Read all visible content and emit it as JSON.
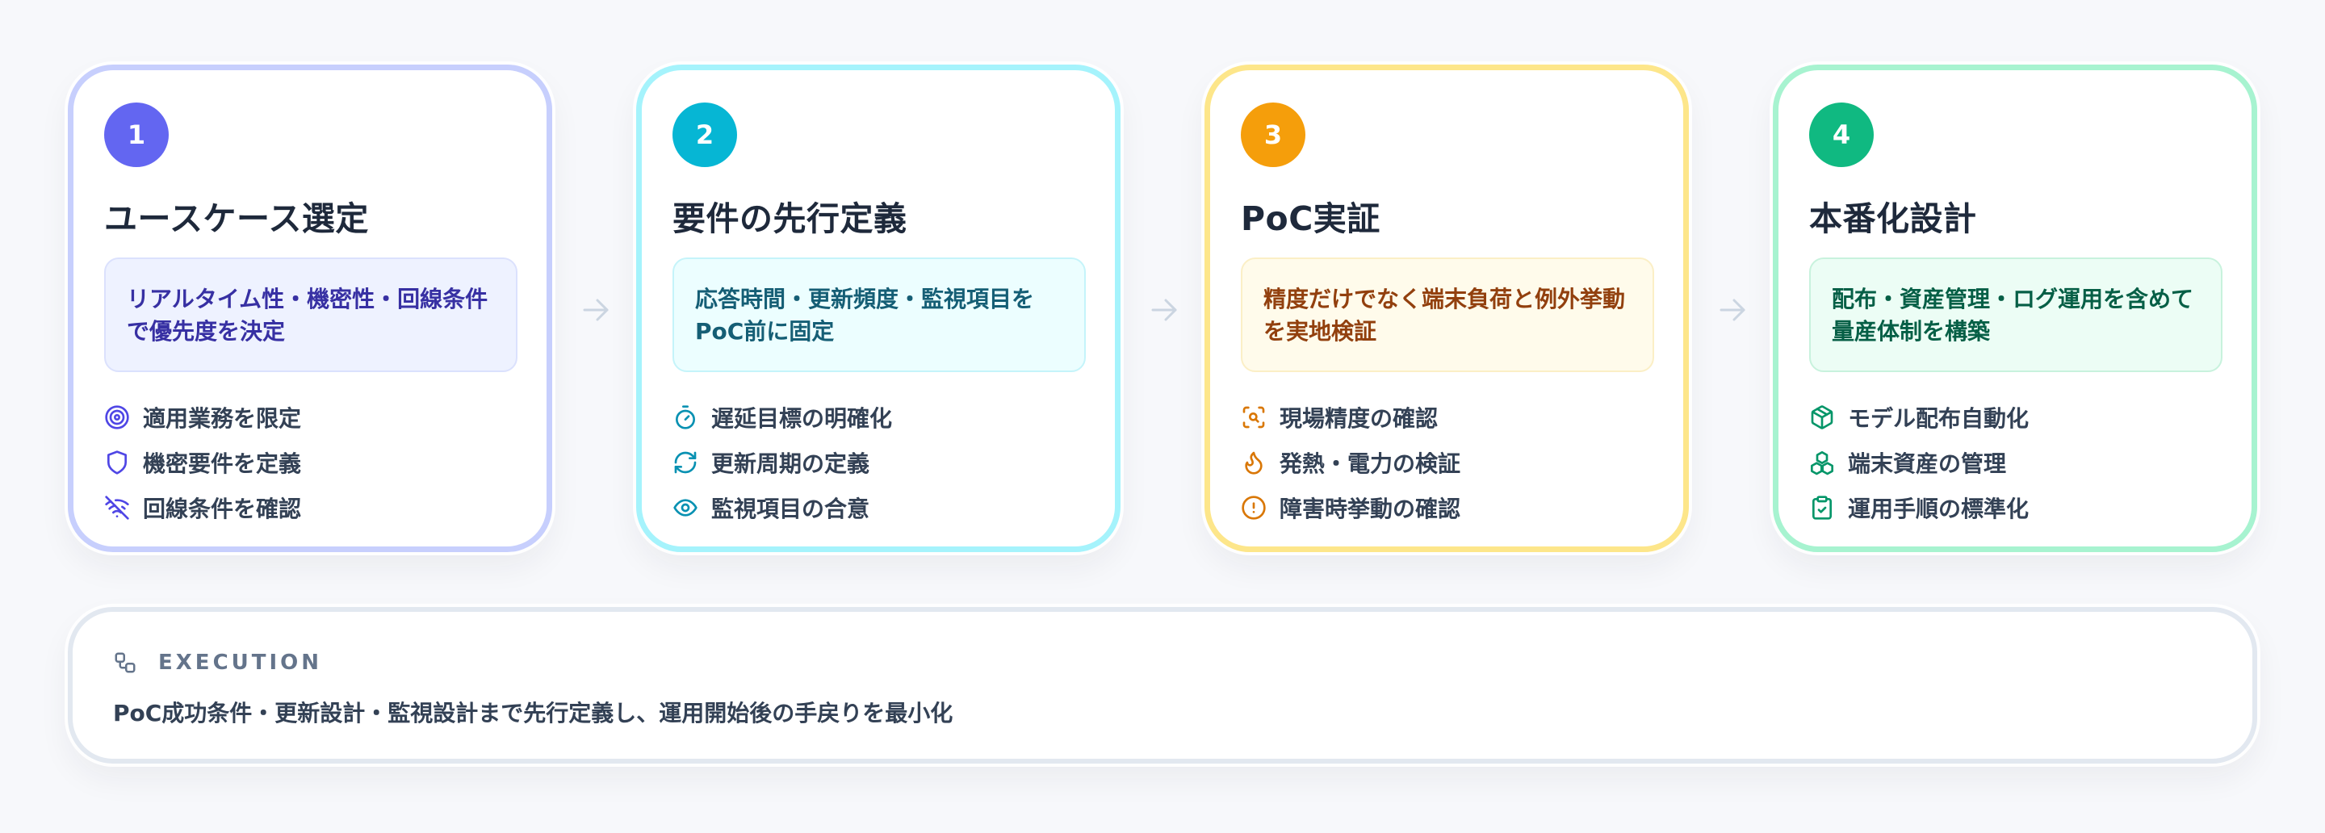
{
  "steps": [
    {
      "number": "1",
      "title": "ユースケース選定",
      "description": "リアルタイム性・機密性・回線条件で優先度を決定",
      "items": [
        {
          "icon": "target-icon",
          "label": "適用業務を限定"
        },
        {
          "icon": "shield-icon",
          "label": "機密要件を定義"
        },
        {
          "icon": "wifi-off-icon",
          "label": "回線条件を確認"
        }
      ]
    },
    {
      "number": "2",
      "title": "要件の先行定義",
      "description": "応答時間・更新頻度・監視項目をPoC前に固定",
      "items": [
        {
          "icon": "timer-icon",
          "label": "遅延目標の明確化"
        },
        {
          "icon": "refresh-icon",
          "label": "更新周期の定義"
        },
        {
          "icon": "eye-icon",
          "label": "監視項目の合意"
        }
      ]
    },
    {
      "number": "3",
      "title": "PoC実証",
      "description": "精度だけでなく端末負荷と例外挙動を実地検証",
      "items": [
        {
          "icon": "scan-search-icon",
          "label": "現場精度の確認"
        },
        {
          "icon": "flame-icon",
          "label": "発熱・電力の検証"
        },
        {
          "icon": "alert-circle-icon",
          "label": "障害時挙動の確認"
        }
      ]
    },
    {
      "number": "4",
      "title": "本番化設計",
      "description": "配布・資産管理・ログ運用を含めて量産体制を構築",
      "items": [
        {
          "icon": "package-icon",
          "label": "モデル配布自動化"
        },
        {
          "icon": "boxes-icon",
          "label": "端末資産の管理"
        },
        {
          "icon": "clipboard-check-icon",
          "label": "運用手順の標準化"
        }
      ]
    }
  ],
  "execution": {
    "icon": "workflow-icon",
    "label": "EXECUTION",
    "text": "PoC成功条件・更新設計・監視設計まで先行定義し、運用開始後の手戻りを最小化"
  },
  "colors": {
    "step1": "#6366f1",
    "step2": "#06b6d4",
    "step3": "#f59e0b",
    "step4": "#10b981"
  }
}
